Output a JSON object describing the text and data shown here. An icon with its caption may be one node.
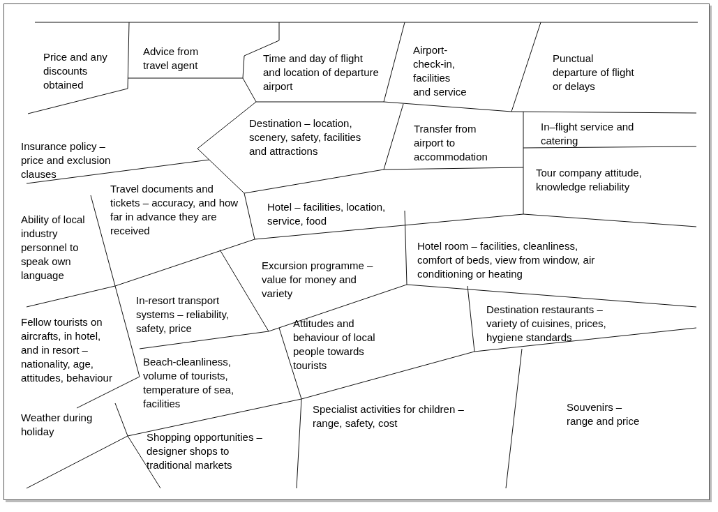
{
  "diagram": {
    "labels": [
      "Price and any discounts obtained",
      "Advice from travel agent",
      "Time and day of flight and location of departure airport",
      "Airport-check-in, facilities and service",
      "Punctual departure of flight or delays",
      "Destination – location, scenery, safety, facilities and attractions",
      "Transfer from airport to accommodation",
      "Insurance policy – price and exclusion clauses",
      "In–flight service and catering",
      "Tour company attitude, knowledge reliability",
      "Travel documents and tickets – accuracy, and how far in advance they are received",
      "Ability of local industry personnel to speak own language",
      "Hotel – facilities, location, service, food",
      "Hotel room – facilities, cleanliness, comfort of beds, view from window, air conditioning or heating",
      "Excursion programme – value for money and variety",
      "In-resort transport systems – reliability, safety, price",
      "Fellow tourists on aircrafts, in hotel, and in resort – nationality, age, attitudes, behaviour",
      "Attitudes and behaviour of local people towards tourists",
      "Destination restaurants – variety of cuisines, prices, hygiene standards",
      "Beach-cleanliness, volume of tourists, temperature of sea, facilities",
      "Weather during holiday",
      "Specialist activities for children – range, safety, cost",
      "Souvenirs – range and price",
      "Shopping opportunities – designer shops to traditional markets"
    ]
  }
}
